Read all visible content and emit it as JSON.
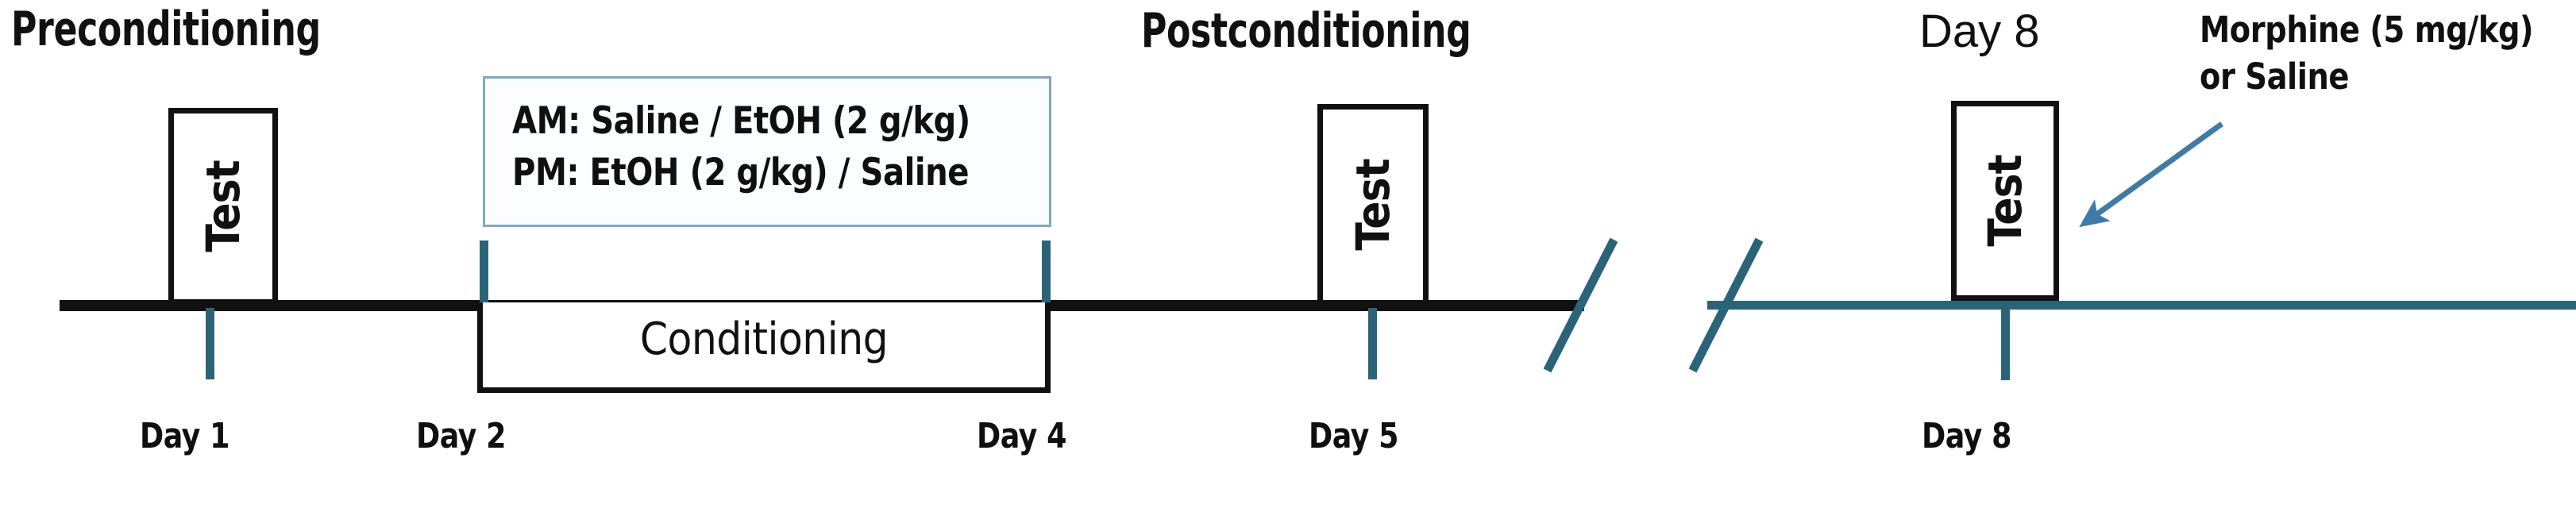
{
  "diagram": {
    "title": "Ethanol conditioned place preference experimental timeline",
    "type": "experimental-timeline",
    "colors": {
      "timeline_left": "#111111",
      "timeline_right": "#2b6479",
      "tick": "#2b6479",
      "break_slash": "#2b6479",
      "callout_border": "#7fa8bd",
      "callout_fill": "#fbfdfe",
      "arrow": "#3f7ba8",
      "box_border": "#111111",
      "text": "#101010"
    }
  },
  "phases": [
    {
      "id": "preconditioning",
      "label": "Preconditioning"
    },
    {
      "id": "postconditioning",
      "label": "Postconditioning"
    },
    {
      "id": "day8",
      "label": "Day 8"
    }
  ],
  "events": [
    {
      "id": "test-day1",
      "label": "Test",
      "day": "Day 1"
    },
    {
      "id": "test-day5",
      "label": "Test",
      "day": "Day 5"
    },
    {
      "id": "test-day8",
      "label": "Test",
      "day": "Day 8"
    }
  ],
  "conditioning": {
    "label": "Conditioning",
    "start_day": "Day 2",
    "end_day": "Day 4"
  },
  "drug_schedule": {
    "am": "AM: Saline  / EtOH (2 g/kg)",
    "pm": "PM: EtOH (2 g/kg) / Saline"
  },
  "annotation": {
    "line1": "Morphine (5 mg/kg)",
    "line2": "or Saline"
  },
  "day_labels": {
    "day1": "Day 1",
    "day2": "Day 2",
    "day4": "Day 4",
    "day5": "Day 5",
    "day8": "Day 8"
  }
}
